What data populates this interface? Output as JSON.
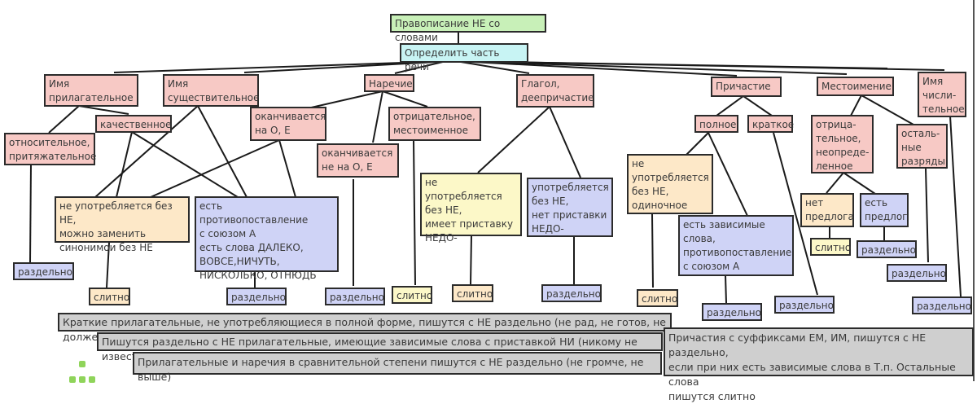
{
  "diagram": {
    "title": "Правописание НЕ со словами",
    "root": "Определить часть речи",
    "nodes": {
      "adj": "Имя\nприлагательное",
      "noun": "Имя\nсуществительное",
      "adverb": "Наречие",
      "verb": "Глагол,\nдеепричастие",
      "participle": "Причастие",
      "pronoun": "Местоимение",
      "numeral": "Имя\nчисли-\nтельное",
      "adj_rel": "относительное,\nпритяжательное",
      "adj_qual": "качественное",
      "adv_oe": "оканчивается\nна О, Е",
      "adv_not_oe": "оканчивается\nне на О, Е",
      "adv_neg": "отрицательное,\nместоименное",
      "no_use_synonym": "не употребляется без НЕ,\nможно заменить\nсинонимои без НЕ",
      "contrast": "есть противопоставление\nс союзом А\nесть слова ДАЛЕКО,\nВОВСЕ,НИЧУТЬ,\nНИСКОЛЬКО, ОТНЮДЬ",
      "verb_nedo": "не употребляется\nбез НЕ,\nимеет приставку\nНЕДО-",
      "verb_used": "употребляется\nбез НЕ,\nнет приставки\nНЕДО-",
      "part_full": "полное",
      "part_short": "краткое",
      "part_single": "не\nупотребляется\nбез НЕ,\nодиночное",
      "part_dependent": "есть зависимые\nслова,\nпротивопоставление\n с союзом А",
      "pron_neg": "отрица-\nтельное,\nнеопреде-\nленное",
      "pron_other": "осталь-\nные\nразряды",
      "no_prep": "нет\nпредлога",
      "has_prep": "есть\nпредлог"
    },
    "results": {
      "separate": "раздельно",
      "together": "слитно"
    },
    "notes": [
      "Краткие прилагательные, не употребляющиеся в полной форме, пишутся с НЕ раздельно (не рад, не готов, не должен)",
      "Пишутся раздельно с НЕ прилагательные, имеющие зависимые слова с приставкой НИ (никому не известный)",
      "Прилагательные и наречия в сравнительной степени пишутся с НЕ раздельно (не громче, не выше)",
      "Причастия с суффиксами ЕМ, ИМ, пишутся с НЕ раздельно,\nесли при них есть зависимые слова в Т.п. Остальные слова\nпишутся слитно"
    ],
    "colors": {
      "title": "#c8f0b8",
      "root": "#c8f4f4",
      "category": "#f7c9c5",
      "together_condition": "#fde8c8",
      "separate_condition": "#cfd3f6",
      "note": "#cfcfcf"
    }
  }
}
